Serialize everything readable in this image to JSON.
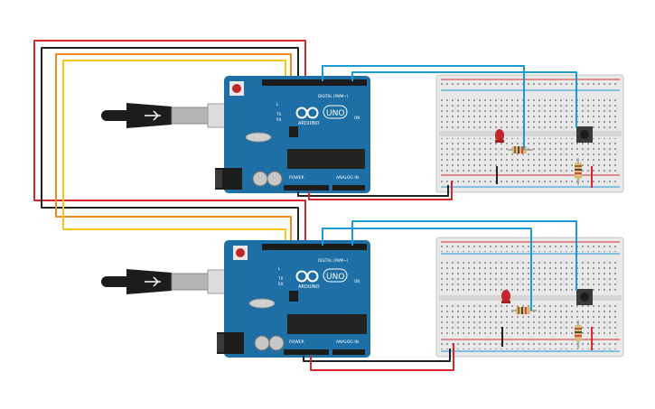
{
  "boards": [
    {
      "brand": "ARDUINO",
      "model": "UNO",
      "digital_label": "DIGITAL (PWM~)",
      "power_label": "POWER",
      "analog_label": "ANALOG IN",
      "tx_label": "TX",
      "rx_label": "RX",
      "l_label": "L",
      "on_label": "ON"
    },
    {
      "brand": "ARDUINO",
      "model": "UNO",
      "digital_label": "DIGITAL (PWM~)",
      "power_label": "POWER",
      "analog_label": "ANALOG IN",
      "tx_label": "TX",
      "rx_label": "RX",
      "l_label": "L",
      "on_label": "ON"
    }
  ],
  "wire_colors": {
    "red": "#d9262b",
    "black": "#222222",
    "orange": "#f08a1c",
    "yellow": "#f5c518",
    "blue": "#1a9bd7"
  },
  "colors": {
    "board": "#1e6fa5",
    "breadboard": "#e9e9e9",
    "led": "#c0262b",
    "cable": "#1c1c1c"
  }
}
